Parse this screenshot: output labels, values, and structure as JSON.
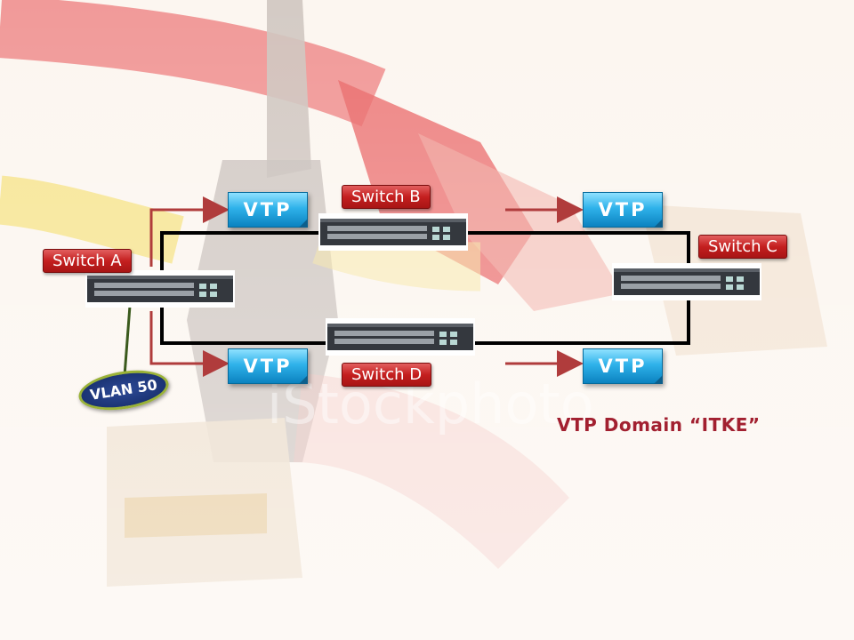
{
  "labels": {
    "switch_a": "Switch A",
    "switch_b": "Switch B",
    "switch_c": "Switch C",
    "switch_d": "Switch D"
  },
  "vtp_badges": [
    "VTP",
    "VTP",
    "VTP",
    "VTP"
  ],
  "vlan_badge": "VLAN 50",
  "domain_text": "VTP Domain “ITKE”",
  "watermark": "iStockphoto",
  "colors": {
    "vtp_blue": "#2fb2ea",
    "label_red": "#c41f1f",
    "domain_text": "#a22030",
    "arrow": "#b03c3c",
    "link": "#000000",
    "vlan_border": "#9ab237"
  }
}
